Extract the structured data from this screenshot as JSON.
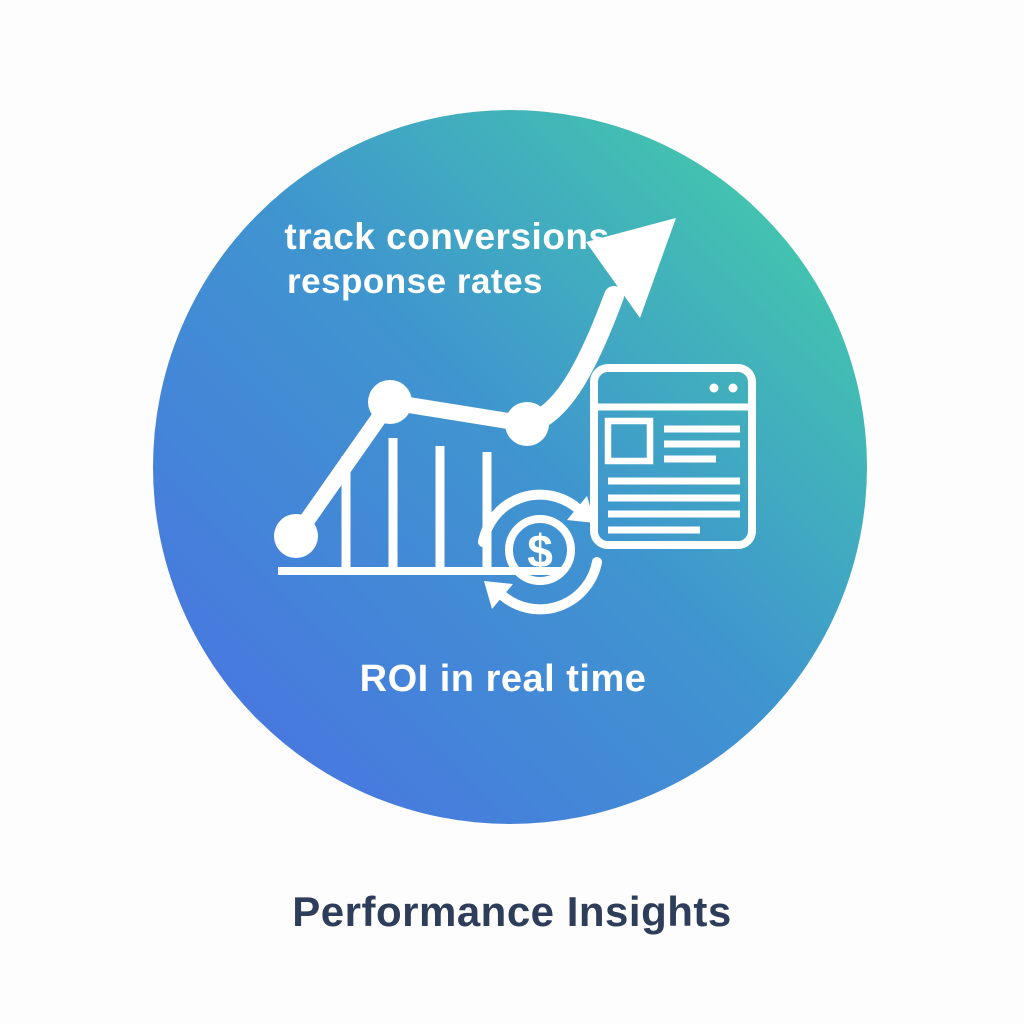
{
  "illustration": {
    "labels": {
      "line1": "track conversions",
      "line2": "response rates",
      "roi": "ROI in real time"
    },
    "dollar_symbol": "$",
    "colors": {
      "gradient_bottom_left": "#4b6fe5",
      "gradient_middle": "#3f95cf",
      "gradient_top_right": "#45d6a1",
      "line_art": "#ffffff"
    },
    "icons": [
      "trend-line-icon",
      "growth-arrow-icon",
      "bar-chart-icon",
      "browser-window-icon",
      "currency-cycle-icon",
      "dollar-sign"
    ]
  },
  "caption": {
    "text": "Performance Insights",
    "color": "#2e3d59"
  }
}
